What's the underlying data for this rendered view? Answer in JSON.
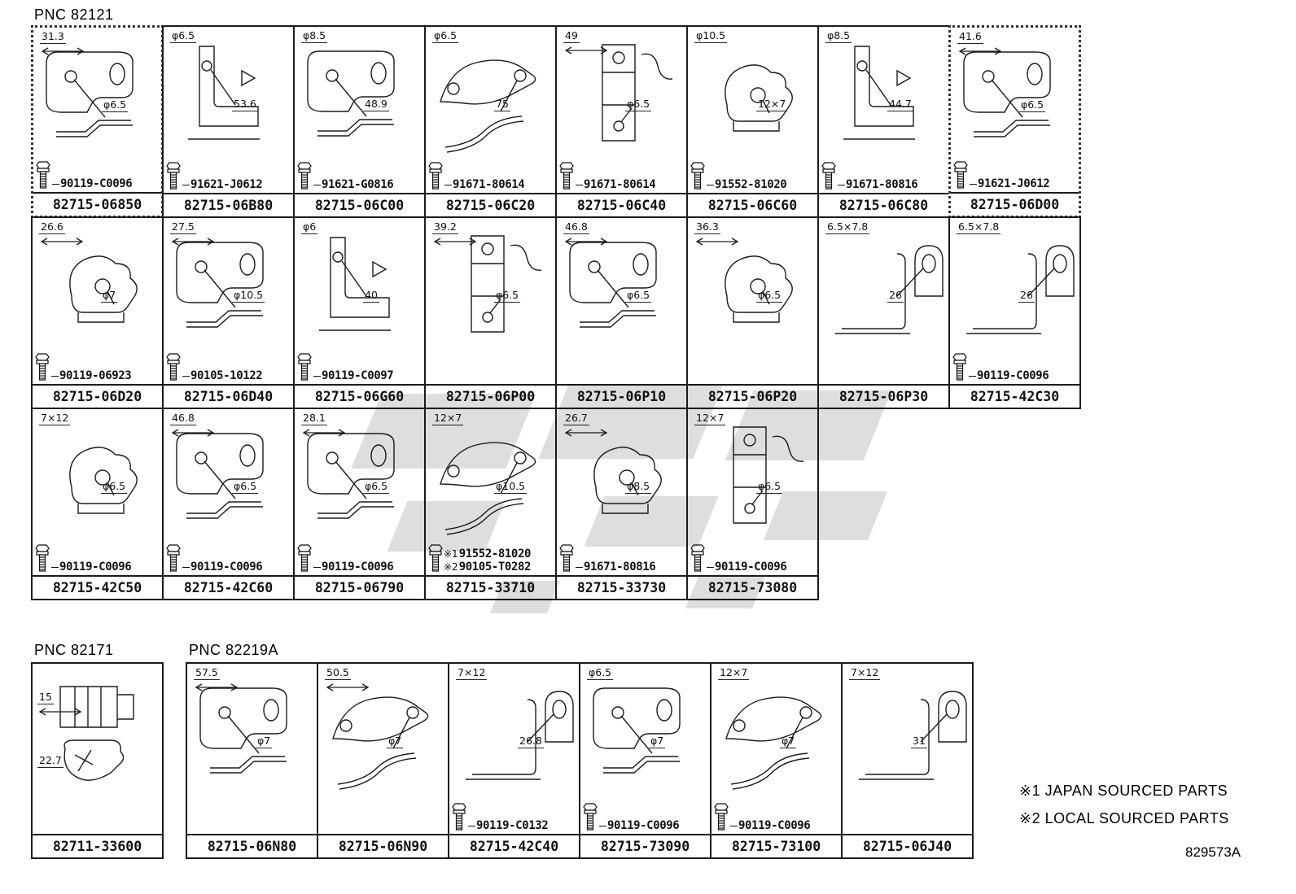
{
  "sections": {
    "pnc82121": {
      "label": "PNC 82121",
      "rows": [
        {
          "cells": [
            {
              "part": "82715-06850",
              "bolts": [
                {
                  "prefix": "",
                  "num": "90119-C0096"
                }
              ],
              "dims": [
                "31.3",
                "φ6.5"
              ],
              "highlight": true,
              "variant": "A"
            },
            {
              "part": "82715-06B80",
              "bolts": [
                {
                  "prefix": "",
                  "num": "91621-J0612"
                }
              ],
              "dims": [
                "φ6.5",
                "53.6"
              ],
              "highlight": false,
              "variant": "B"
            },
            {
              "part": "82715-06C00",
              "bolts": [
                {
                  "prefix": "",
                  "num": "91621-G0816"
                }
              ],
              "dims": [
                "φ8.5",
                "48.9"
              ],
              "highlight": false,
              "variant": "A"
            },
            {
              "part": "82715-06C20",
              "bolts": [
                {
                  "prefix": "",
                  "num": "91671-80614"
                }
              ],
              "dims": [
                "φ6.5",
                "75"
              ],
              "highlight": false,
              "variant": "C"
            },
            {
              "part": "82715-06C40",
              "bolts": [
                {
                  "prefix": "",
                  "num": "91671-80614"
                }
              ],
              "dims": [
                "49",
                "φ6.5"
              ],
              "highlight": false,
              "variant": "E"
            },
            {
              "part": "82715-06C60",
              "bolts": [
                {
                  "prefix": "",
                  "num": "91552-81020"
                }
              ],
              "dims": [
                "φ10.5",
                "12×7"
              ],
              "highlight": false,
              "variant": "D"
            },
            {
              "part": "82715-06C80",
              "bolts": [
                {
                  "prefix": "",
                  "num": "91671-80816"
                }
              ],
              "dims": [
                "φ8.5",
                "44.7"
              ],
              "highlight": false,
              "variant": "B"
            },
            {
              "part": "82715-06D00",
              "bolts": [
                {
                  "prefix": "",
                  "num": "91621-J0612"
                }
              ],
              "dims": [
                "41.6",
                "φ6.5"
              ],
              "highlight": true,
              "variant": "A"
            }
          ]
        },
        {
          "cells": [
            {
              "part": "82715-06D20",
              "bolts": [
                {
                  "prefix": "",
                  "num": "90119-06923"
                }
              ],
              "dims": [
                "26.6",
                "φ7"
              ],
              "highlight": false,
              "variant": "D"
            },
            {
              "part": "82715-06D40",
              "bolts": [
                {
                  "prefix": "",
                  "num": "90105-10122"
                }
              ],
              "dims": [
                "27.5",
                "φ10.5"
              ],
              "highlight": false,
              "variant": "A"
            },
            {
              "part": "82715-06G60",
              "bolts": [
                {
                  "prefix": "",
                  "num": "90119-C0097"
                }
              ],
              "dims": [
                "φ6",
                "40"
              ],
              "highlight": false,
              "variant": "B"
            },
            {
              "part": "82715-06P00",
              "bolts": [],
              "dims": [
                "39.2",
                "φ6.5"
              ],
              "highlight": false,
              "variant": "E"
            },
            {
              "part": "82715-06P10",
              "bolts": [],
              "dims": [
                "46.8",
                "φ6.5"
              ],
              "highlight": false,
              "variant": "A"
            },
            {
              "part": "82715-06P20",
              "bolts": [],
              "dims": [
                "36.3",
                "φ6.5"
              ],
              "highlight": false,
              "variant": "D"
            },
            {
              "part": "82715-06P30",
              "bolts": [],
              "dims": [
                "6.5×7.8",
                "26"
              ],
              "highlight": false,
              "variant": "F"
            },
            {
              "part": "82715-42C30",
              "bolts": [
                {
                  "prefix": "",
                  "num": "90119-C0096"
                }
              ],
              "dims": [
                "6.5×7.8",
                "26"
              ],
              "highlight": false,
              "variant": "F"
            }
          ]
        },
        {
          "cells": [
            {
              "part": "82715-42C50",
              "bolts": [
                {
                  "prefix": "",
                  "num": "90119-C0096"
                }
              ],
              "dims": [
                "7×12",
                "φ6.5"
              ],
              "highlight": false,
              "variant": "D"
            },
            {
              "part": "82715-42C60",
              "bolts": [
                {
                  "prefix": "",
                  "num": "90119-C0096"
                }
              ],
              "dims": [
                "46.8",
                "φ6.5"
              ],
              "highlight": false,
              "variant": "A"
            },
            {
              "part": "82715-06790",
              "bolts": [
                {
                  "prefix": "",
                  "num": "90119-C0096"
                }
              ],
              "dims": [
                "28.1",
                "φ6.5"
              ],
              "highlight": false,
              "variant": "A"
            },
            {
              "part": "82715-33710",
              "bolts": [
                {
                  "prefix": "※1",
                  "num": "91552-81020"
                },
                {
                  "prefix": "※2",
                  "num": "90105-T0282"
                }
              ],
              "dims": [
                "12×7",
                "φ10.5"
              ],
              "highlight": false,
              "variant": "C"
            },
            {
              "part": "82715-33730",
              "bolts": [
                {
                  "prefix": "",
                  "num": "91671-80816"
                }
              ],
              "dims": [
                "26.7",
                "φ8.5"
              ],
              "highlight": false,
              "variant": "D"
            },
            {
              "part": "82715-73080",
              "bolts": [
                {
                  "prefix": "",
                  "num": "90119-C0096"
                }
              ],
              "dims": [
                "12×7",
                "φ6.5"
              ],
              "highlight": false,
              "variant": "E"
            }
          ]
        }
      ]
    },
    "pnc82171": {
      "label": "PNC 82171",
      "cells": [
        {
          "part": "82711-33600",
          "bolts": [],
          "dims": [
            "15",
            "22.7"
          ],
          "highlight": false,
          "variant": "G"
        }
      ]
    },
    "pnc82219a": {
      "label": "PNC 82219A",
      "cells": [
        {
          "part": "82715-06N80",
          "bolts": [],
          "dims": [
            "57.5",
            "φ7"
          ],
          "highlight": false,
          "variant": "A"
        },
        {
          "part": "82715-06N90",
          "bolts": [],
          "dims": [
            "50.5",
            "φ7"
          ],
          "highlight": false,
          "variant": "C"
        },
        {
          "part": "82715-42C40",
          "bolts": [
            {
              "prefix": "",
              "num": "90119-C0132"
            }
          ],
          "dims": [
            "7×12",
            "26.8"
          ],
          "highlight": false,
          "variant": "F"
        },
        {
          "part": "82715-73090",
          "bolts": [
            {
              "prefix": "",
              "num": "90119-C0096"
            }
          ],
          "dims": [
            "φ6.5",
            "φ7"
          ],
          "highlight": false,
          "variant": "A"
        },
        {
          "part": "82715-73100",
          "bolts": [
            {
              "prefix": "",
              "num": "90119-C0096"
            }
          ],
          "dims": [
            "12×7",
            "φ7"
          ],
          "highlight": false,
          "variant": "C"
        },
        {
          "part": "82715-06J40",
          "bolts": [],
          "dims": [
            "7×12",
            "31"
          ],
          "highlight": false,
          "variant": "F"
        }
      ]
    }
  },
  "notes": [
    {
      "text": "※1 JAPAN SOURCED PARTS"
    },
    {
      "text": "※2 LOCAL SOURCED PARTS"
    }
  ],
  "doc_number": "829573A"
}
